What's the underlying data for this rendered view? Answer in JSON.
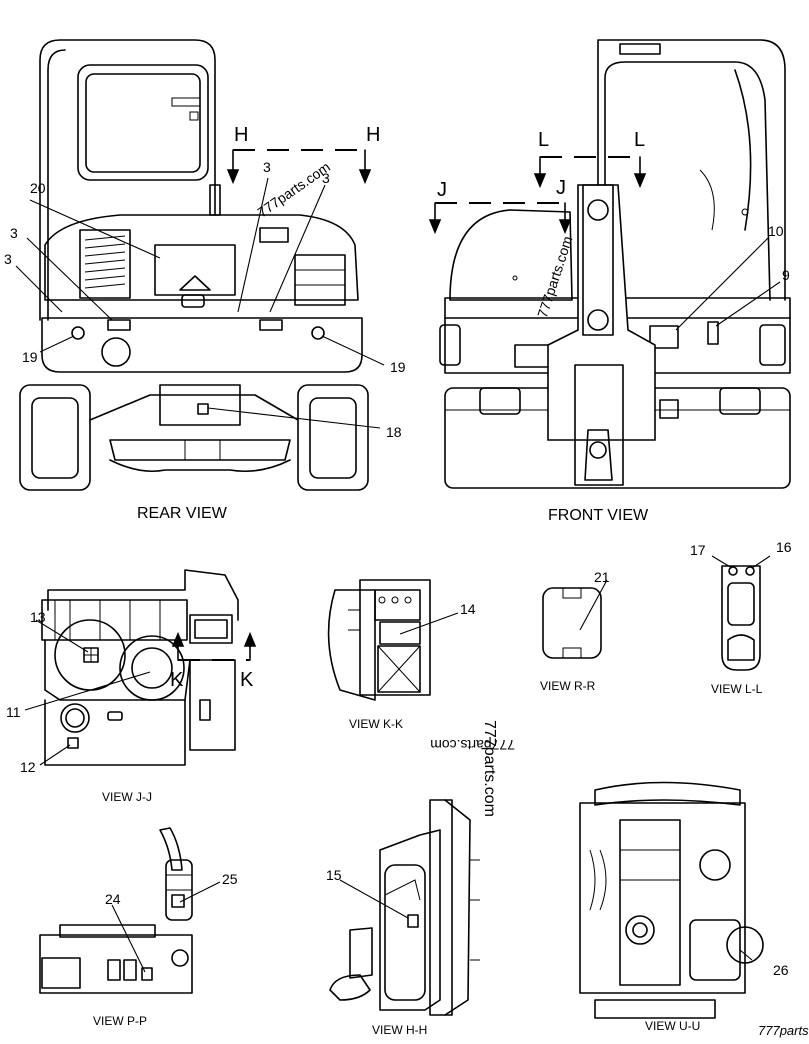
{
  "captions": {
    "rear_view": "REAR VIEW",
    "front_view": "FRONT VIEW",
    "view_jj": "VIEW J-J",
    "view_kk": "VIEW K-K",
    "view_rr": "VIEW R-R",
    "view_ll": "VIEW L-L",
    "view_pp": "VIEW P-P",
    "view_hh": "VIEW H-H",
    "view_uu": "VIEW U-U"
  },
  "section_marks": {
    "h_left": "H",
    "h_right": "H",
    "l_left": "L",
    "l_right": "L",
    "j_left": "J",
    "j_right": "J",
    "k_left": "K",
    "k_right": "K"
  },
  "callouts": {
    "c3a": "3",
    "c3b": "3",
    "c3c": "3",
    "c3d": "3",
    "c9": "9",
    "c10": "10",
    "c11": "11",
    "c12": "12",
    "c13": "13",
    "c14": "14",
    "c15": "15",
    "c16": "16",
    "c17": "17",
    "c18": "18",
    "c19a": "19",
    "c19b": "19",
    "c20": "20",
    "c21": "21",
    "c24": "24",
    "c25": "25",
    "c26": "26"
  },
  "watermarks": {
    "w1": "777parts.com",
    "w2": "777parts.com",
    "w3": "777parts.com",
    "w4": "777parts.com",
    "w5": "777parts"
  }
}
